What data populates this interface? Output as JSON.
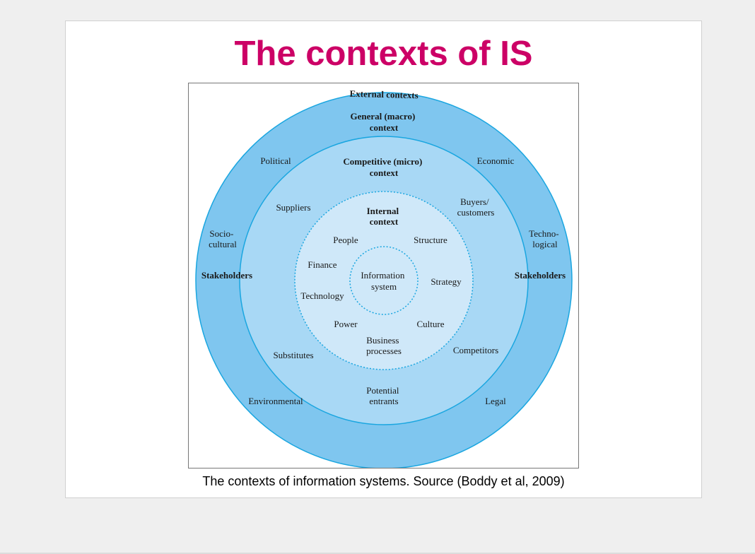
{
  "slide": {
    "title": "The contexts of IS",
    "caption": "The contexts of information systems. Source (Boddy et al, 2009)"
  },
  "diagram": {
    "external_label": "External contexts",
    "general": {
      "heading": [
        "General (macro)",
        "context"
      ],
      "factors": {
        "political": [
          "Political"
        ],
        "economic": [
          "Economic"
        ],
        "sociocultural": [
          "Socio-",
          "cultural"
        ],
        "technological": [
          "Techno-",
          "logical"
        ],
        "environmental": [
          "Environmental"
        ],
        "legal": [
          "Legal"
        ]
      },
      "stakeholders_left": "Stakeholders",
      "stakeholders_right": "Stakeholders"
    },
    "competitive": {
      "heading": [
        "Competitive (micro)",
        "context"
      ],
      "factors": {
        "suppliers": [
          "Suppliers"
        ],
        "buyers": [
          "Buyers/",
          "customers"
        ],
        "substitutes": [
          "Substitutes"
        ],
        "competitors": [
          "Competitors"
        ],
        "entrants": [
          "Potential",
          "entrants"
        ]
      }
    },
    "internal": {
      "heading": [
        "Internal",
        "context"
      ],
      "factors": {
        "people": [
          "People"
        ],
        "structure": [
          "Structure"
        ],
        "finance": [
          "Finance"
        ],
        "technology": [
          "Technology"
        ],
        "strategy": [
          "Strategy"
        ],
        "power": [
          "Power"
        ],
        "culture": [
          "Culture"
        ],
        "processes": [
          "Business",
          "processes"
        ]
      }
    },
    "core": [
      "Information",
      "system"
    ]
  },
  "colors": {
    "title": "#cc0066",
    "outer_ring": "#7fc6ef",
    "middle_ring": "#a8d8f5",
    "inner_disc": "#cfe8f9",
    "stroke": "#1aa6e0"
  }
}
